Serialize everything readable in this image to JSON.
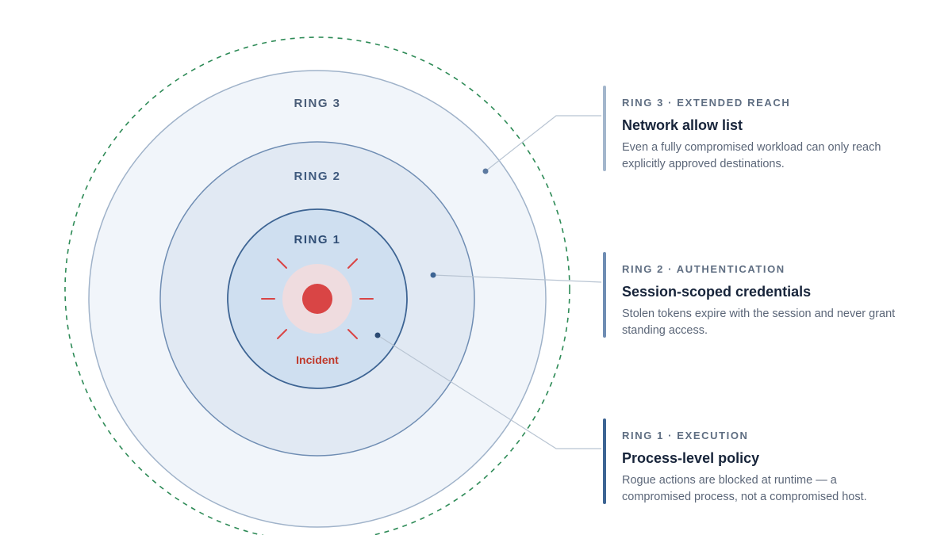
{
  "diagram": {
    "ring_labels": {
      "ring3": "RING 3",
      "ring2": "RING 2",
      "ring1": "RING 1"
    },
    "core_label": "Incident",
    "colors": {
      "ring3_fill": "#f1f5fa",
      "ring3_stroke": "#9fb2c9",
      "ring2_fill": "#e1e9f3",
      "ring2_stroke": "#6f8db3",
      "ring1_fill": "#cfdff0",
      "ring1_stroke": "#3d6493",
      "boundary_dashed": "#2e8b57",
      "incident_red": "#d94545",
      "incident_halo": "#efdcdf",
      "incident_text": "#c0392b"
    }
  },
  "panels": [
    {
      "eyebrow": "RING 3 · EXTENDED REACH",
      "title": "Network allow list",
      "description": "Even a fully compromised workload can only reach explicitly approved destinations.",
      "bar_color": "#a3b6cc"
    },
    {
      "eyebrow": "RING 2 · AUTHENTICATION",
      "title": "Session-scoped credentials",
      "description": "Stolen tokens expire with the session and never grant standing access.",
      "bar_color": "#6f8db3"
    },
    {
      "eyebrow": "RING 1 · EXECUTION",
      "title": "Process-level policy",
      "description": "Rogue actions are blocked at runtime — a compromised process, not a compromised host.",
      "bar_color": "#3d6493"
    }
  ]
}
